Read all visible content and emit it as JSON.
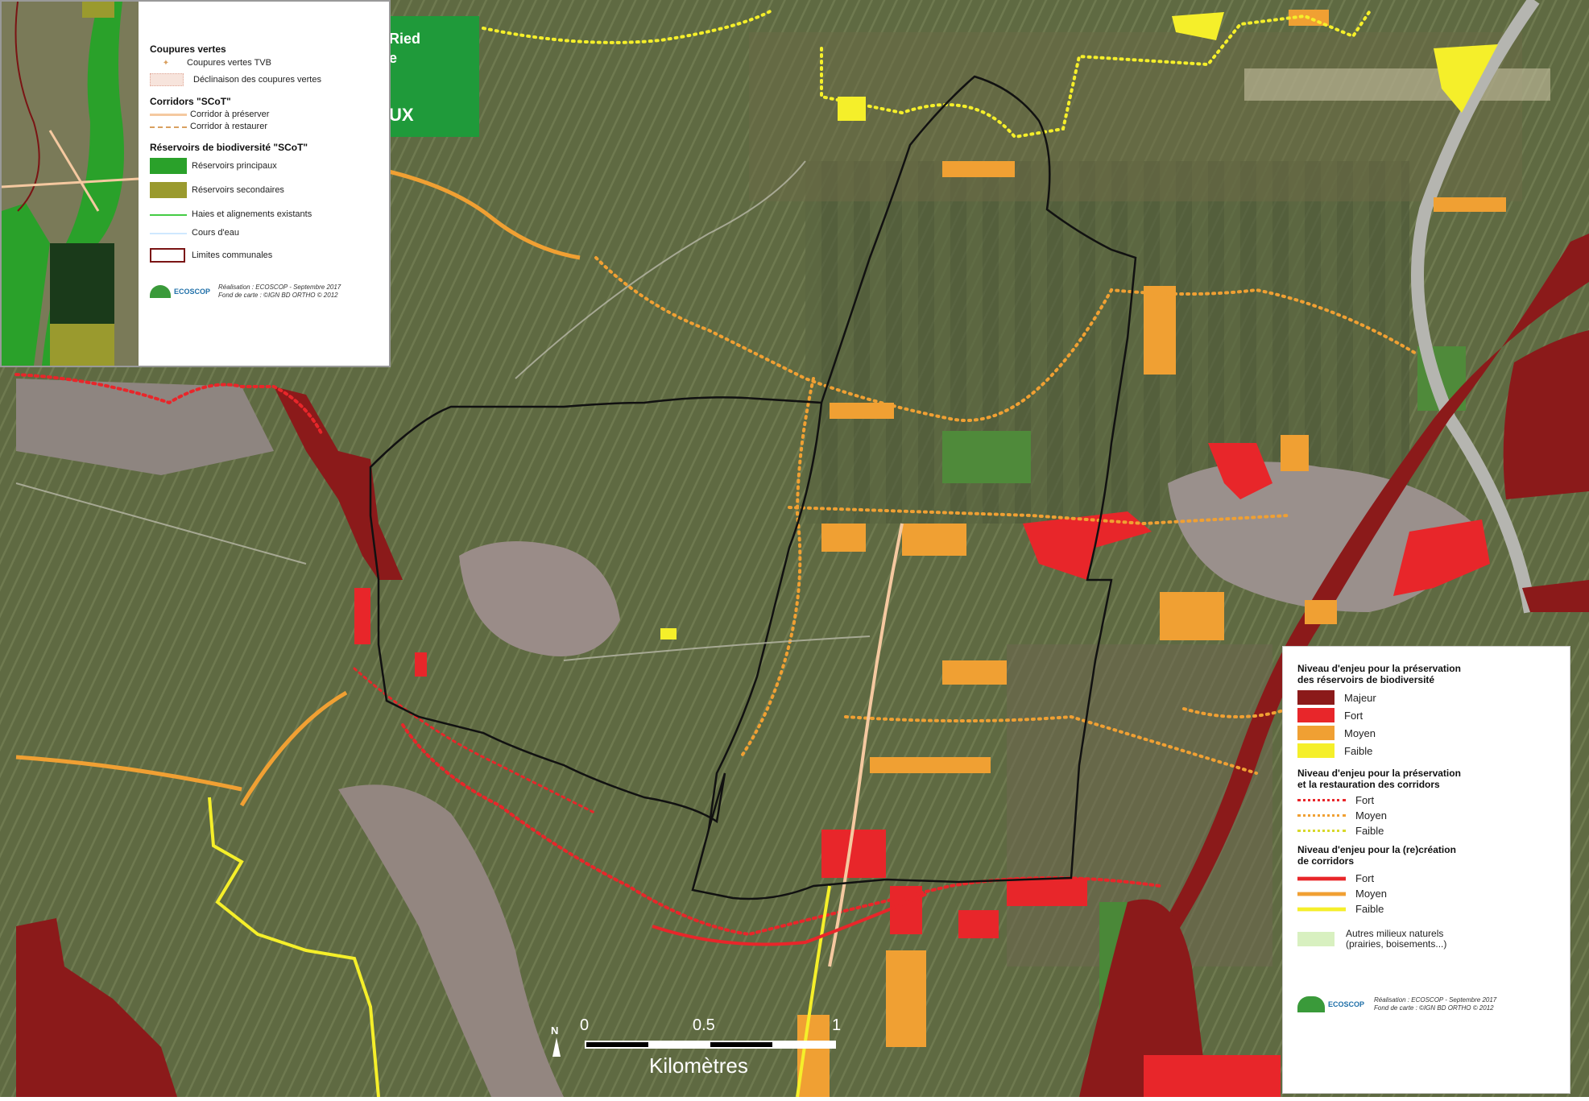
{
  "colors": {
    "majeur": "#8b1a1a",
    "fort": "#e8262a",
    "moyen": "#f0a033",
    "faible": "#f5ef2a",
    "green_reservoir": "#2aa12a",
    "secondary_reservoir": "#9a9a2e",
    "corridor_preserve": "#f5c9a0",
    "corridor_restore": "#d9a060",
    "haies": "#44cc44",
    "commune": "#7a1414",
    "autres_milieux": "#d8f0c0"
  },
  "map_labels": {
    "ried": "Ried",
    "e": "e",
    "ux": "UX"
  },
  "legend_top": {
    "coupures_title": "Coupures vertes",
    "coupures_tvb": "Coupures vertes TVB",
    "declinaison": "Déclinaison des coupures vertes",
    "corridors_title": "Corridors \"SCoT\"",
    "corridor_preserver": "Corridor à préserver",
    "corridor_restaurer": "Corridor à restaurer",
    "reservoirs_title": "Réservoirs de biodiversité \"SCoT\"",
    "reservoirs_principaux": "Réservoirs principaux",
    "reservoirs_secondaires": "Réservoirs secondaires",
    "haies": "Haies et alignements existants",
    "cours_eau": "Cours d'eau",
    "limites": "Limites communales",
    "logo": "ECOSCOP",
    "credit_1": "Réalisation : ECOSCOP - Septembre 2017",
    "credit_2": "Fond de carte : ©IGN BD ORTHO © 2012"
  },
  "legend_bottom": {
    "reservoirs_title_1": "Niveau d'enjeu pour la préservation",
    "reservoirs_title_2": "des réservoirs de biodiversité",
    "majeur": "Majeur",
    "fort": "Fort",
    "moyen": "Moyen",
    "faible": "Faible",
    "corridors_title_1": "Niveau d'enjeu pour la préservation",
    "corridors_title_2": "et la restauration des corridors",
    "c_fort": "Fort",
    "c_moyen": "Moyen",
    "c_faible": "Faible",
    "recreation_title_1": "Niveau d'enjeu pour la (re)création",
    "recreation_title_2": "de corridors",
    "r_fort": "Fort",
    "r_moyen": "Moyen",
    "r_faible": "Faible",
    "autres_1": "Autres milieux naturels",
    "autres_2": "(prairies, boisements...)",
    "logo": "ECOSCOP",
    "credit_1": "Réalisation : ECOSCOP - Septembre 2017",
    "credit_2": "Fond de carte : ©IGN BD ORTHO © 2012"
  },
  "scale_bar": {
    "t0": "0",
    "t1": "0.5",
    "t2": "1",
    "unit": "Kilomètres",
    "north": "N"
  }
}
